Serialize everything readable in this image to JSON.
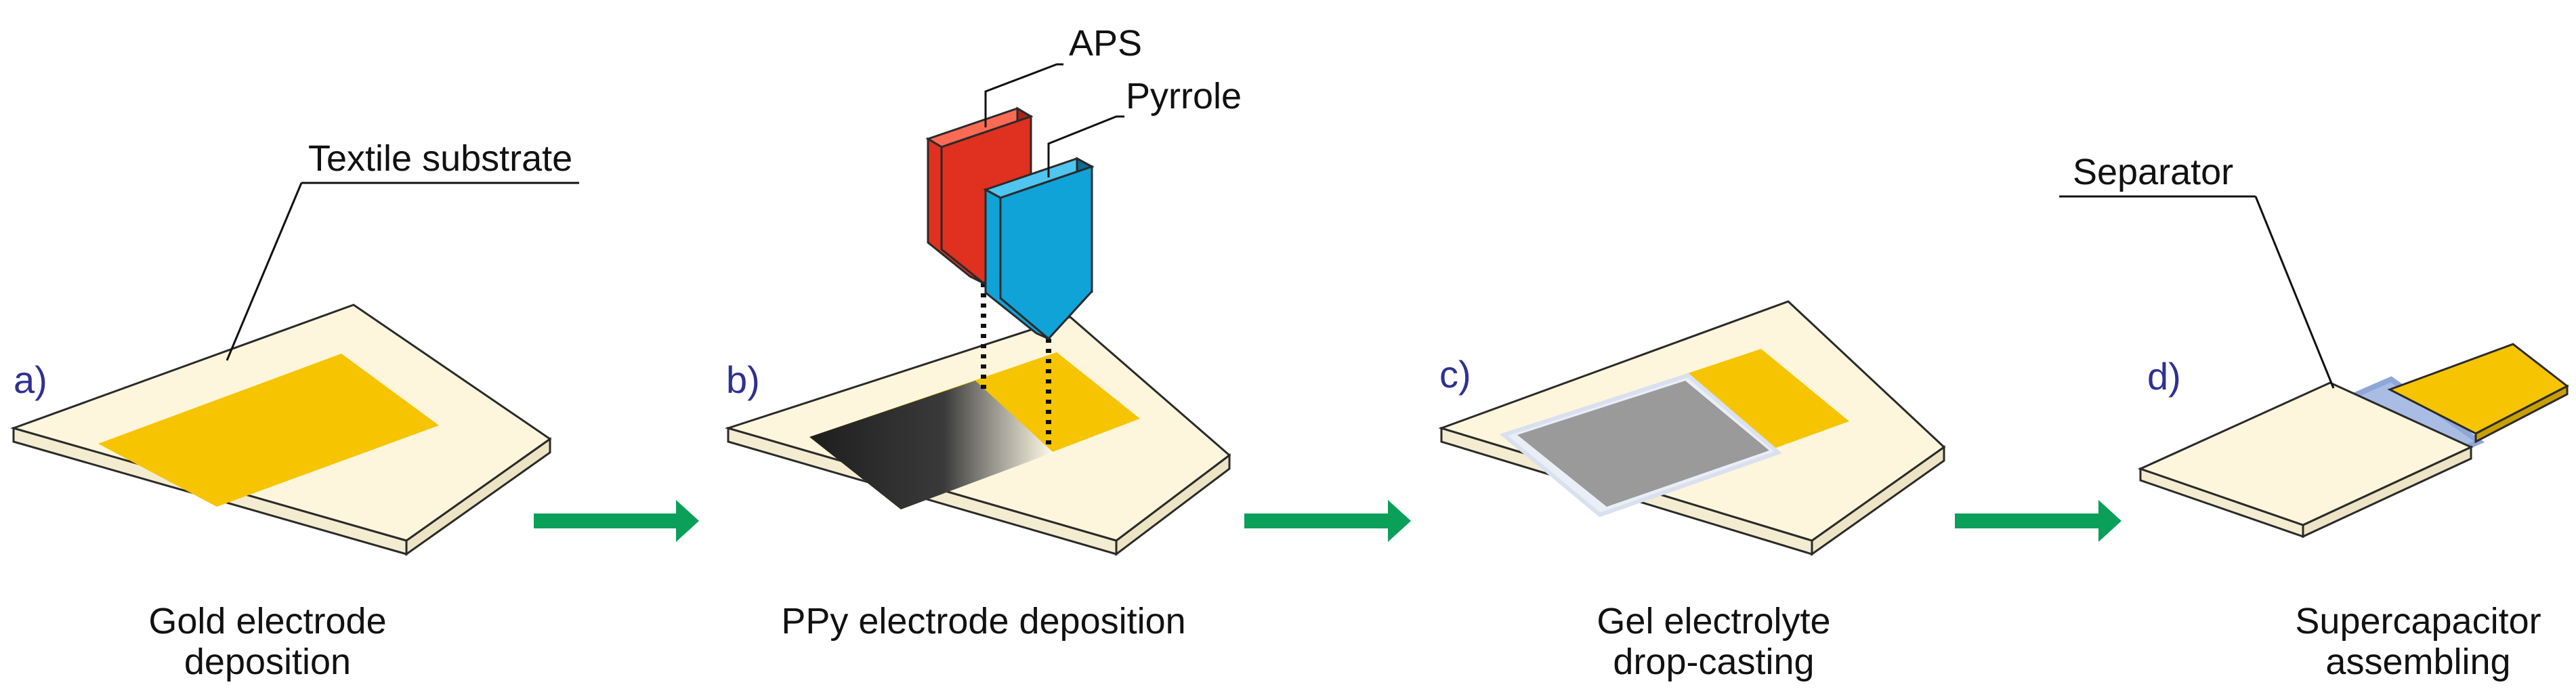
{
  "colors": {
    "substrate": "#fdf6dc",
    "substrate_edge": "#2a2a2a",
    "gold": "#f6c400",
    "ppy_dark": "#1e1e1e",
    "gel": "#9a9a9a",
    "gel_halo": "#e9eef7",
    "aps_red": "#e03020",
    "pyrrole_blue": "#0fa3d8",
    "arrow_green": "#0aa05a",
    "separator_blue": "#8fa6d8",
    "tag_color": "#2f3190"
  },
  "steps": [
    {
      "tag": "a)",
      "caption_lines": [
        "Gold electrode",
        "deposition"
      ],
      "callout": "Textile substrate"
    },
    {
      "tag": "b)",
      "caption_lines": [
        "PPy electrode deposition"
      ],
      "callouts": [
        "APS",
        "Pyrrole"
      ]
    },
    {
      "tag": "c)",
      "caption_lines": [
        "Gel electrolyte",
        "drop-casting"
      ]
    },
    {
      "tag": "d)",
      "caption_lines": [
        "Supercapacitor",
        "assembling"
      ],
      "callout": "Separator"
    }
  ],
  "icons": [
    "arrow-right-icon",
    "arrow-right-icon",
    "arrow-right-icon"
  ]
}
